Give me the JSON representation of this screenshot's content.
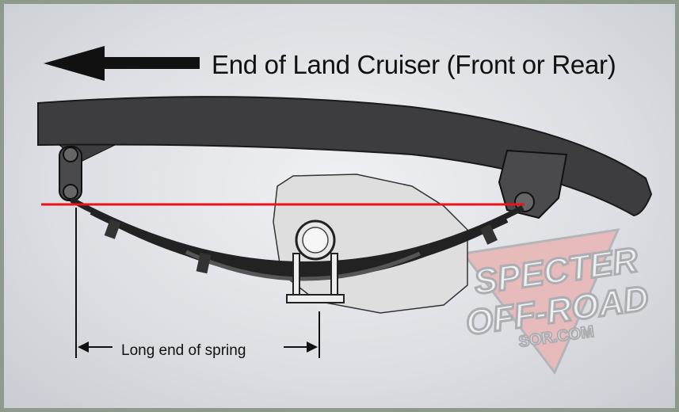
{
  "title": "End of Land Cruiser (Front or Rear)",
  "dimension_label": "Long end of spring",
  "watermark": {
    "line1": "SPECTER",
    "line2": "OFF-ROAD",
    "line3": "SOR.COM"
  },
  "colors": {
    "reference_line": "#e8141c",
    "frame": "#3a3a3c",
    "spring": "#2a2a2a",
    "watermark_red": "#e8a3a3",
    "watermark_gray": "#a8a9ad"
  }
}
